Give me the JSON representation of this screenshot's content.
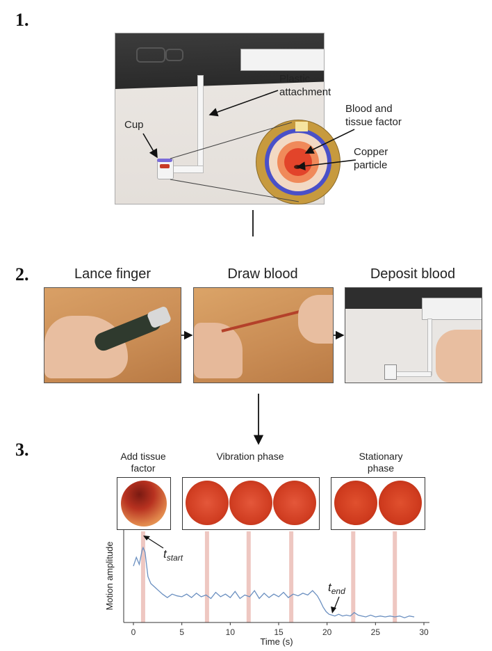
{
  "steps": {
    "one": {
      "number": "1.",
      "labels": {
        "plastic": "Plastic attachment",
        "blood": "Blood and tissue factor",
        "cup": "Cup",
        "copper": "Copper particle"
      }
    },
    "two": {
      "number": "2.",
      "panels": [
        {
          "title": "Lance finger"
        },
        {
          "title": "Draw blood"
        },
        {
          "title": "Deposit blood"
        }
      ]
    },
    "three": {
      "number": "3.",
      "groups": [
        {
          "title": "Add tissue factor"
        },
        {
          "title": "Vibration phase"
        },
        {
          "title": "Stationary phase"
        }
      ]
    }
  },
  "chart_data": {
    "type": "line",
    "xlabel": "Time (s)",
    "ylabel": "Motion amplitude",
    "xlim": [
      0,
      30
    ],
    "xticks": [
      "0",
      "5",
      "10",
      "15",
      "20",
      "25",
      "30"
    ],
    "annotations": {
      "start": "t",
      "start_sub": "start",
      "end": "t",
      "end_sub": "end"
    },
    "marker_times": [
      1.0,
      7.6,
      11.9,
      16.3,
      22.7,
      27.0
    ],
    "x": [
      0,
      0.3,
      0.6,
      0.9,
      1.0,
      1.2,
      1.5,
      1.8,
      2.2,
      2.6,
      3.0,
      3.5,
      4.0,
      4.5,
      5.0,
      5.5,
      6.0,
      6.5,
      7.0,
      7.5,
      8.0,
      8.5,
      9.0,
      9.5,
      10.0,
      10.5,
      11.0,
      11.5,
      12.0,
      12.5,
      13.0,
      13.5,
      14.0,
      14.5,
      15.0,
      15.5,
      16.0,
      16.5,
      17.0,
      17.5,
      18.0,
      18.5,
      19.0,
      19.3,
      19.6,
      19.9,
      20.2,
      20.5,
      20.8,
      21.2,
      21.6,
      22.0,
      22.4,
      22.8,
      23.2,
      23.6,
      24.0,
      24.5,
      25.0,
      25.5,
      26.0,
      26.5,
      27.0,
      27.5,
      28.0,
      28.5,
      29.0
    ],
    "y": [
      0.62,
      0.72,
      0.64,
      0.8,
      0.83,
      0.78,
      0.5,
      0.42,
      0.38,
      0.34,
      0.3,
      0.26,
      0.3,
      0.28,
      0.27,
      0.3,
      0.26,
      0.31,
      0.27,
      0.29,
      0.25,
      0.32,
      0.27,
      0.3,
      0.26,
      0.33,
      0.25,
      0.29,
      0.27,
      0.34,
      0.25,
      0.31,
      0.26,
      0.3,
      0.27,
      0.32,
      0.26,
      0.3,
      0.28,
      0.31,
      0.29,
      0.34,
      0.28,
      0.22,
      0.15,
      0.1,
      0.07,
      0.06,
      0.05,
      0.07,
      0.05,
      0.06,
      0.05,
      0.09,
      0.06,
      0.05,
      0.04,
      0.06,
      0.04,
      0.05,
      0.04,
      0.05,
      0.04,
      0.05,
      0.03,
      0.05,
      0.04
    ],
    "colors": {
      "line": "#6a8fc0",
      "marker": "#e8b4ac"
    }
  }
}
